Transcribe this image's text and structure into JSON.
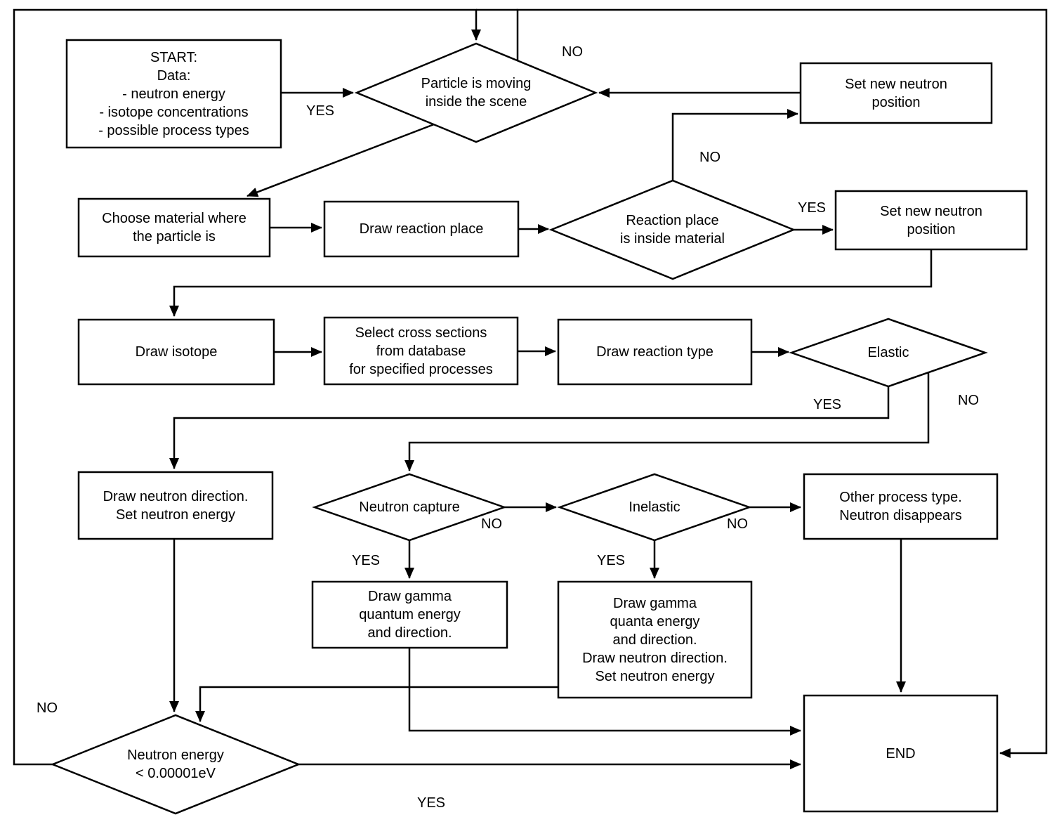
{
  "colors": {
    "stroke": "#000000",
    "fill": "#ffffff"
  },
  "nodes": {
    "start": {
      "label": "START:\nData:\n- neutron energy\n- isotope concentrations\n- possible process types"
    },
    "particle_moving": {
      "label": "Particle is moving\ninside the scene"
    },
    "set_position_top": {
      "label": "Set new neutron\nposition"
    },
    "choose_material": {
      "label": "Choose material where\nthe particle is"
    },
    "draw_reaction_place": {
      "label": "Draw reaction place"
    },
    "reaction_place_inside": {
      "label": "Reaction place\nis inside material"
    },
    "set_position_right": {
      "label": "Set new neutron\nposition"
    },
    "draw_isotope": {
      "label": "Draw isotope"
    },
    "select_cross_sections": {
      "label": "Select cross sections\nfrom database\nfor specified processes"
    },
    "draw_reaction_type": {
      "label": "Draw reaction type"
    },
    "elastic": {
      "label": "Elastic"
    },
    "draw_neutron_direction": {
      "label": "Draw neutron direction.\nSet neutron energy"
    },
    "neutron_capture": {
      "label": "Neutron capture"
    },
    "inelastic": {
      "label": "Inelastic"
    },
    "other_process": {
      "label": "Other process type.\nNeutron disappears"
    },
    "draw_gamma_quantum": {
      "label": "Draw gamma\nquantum energy\nand direction."
    },
    "draw_gamma_quanta": {
      "label": "Draw gamma\nquanta energy\nand direction.\nDraw neutron direction.\nSet neutron energy"
    },
    "energy_check": {
      "label": "Neutron energy\n< 0.00001eV"
    },
    "end": {
      "label": "END"
    }
  },
  "edge_labels": {
    "moving_no": "NO",
    "moving_yes": "YES",
    "place_no": "NO",
    "place_yes": "YES",
    "elastic_yes": "YES",
    "elastic_no": "NO",
    "capture_yes": "YES",
    "capture_no": "NO",
    "inelastic_yes": "YES",
    "inelastic_no": "NO",
    "energy_no": "NO",
    "energy_yes": "YES"
  }
}
